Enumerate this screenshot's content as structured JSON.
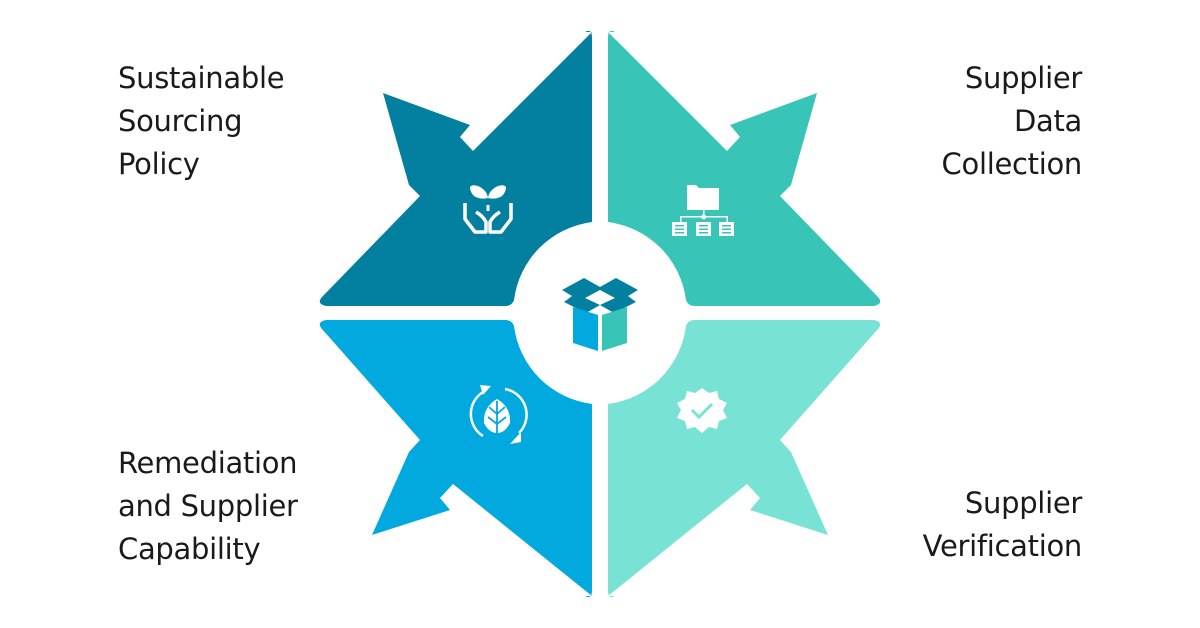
{
  "diagram": {
    "type": "four-quadrant-arrow-diagram",
    "center": {
      "icon": "open-box-icon"
    },
    "quadrants": [
      {
        "id": "tl",
        "lines": [
          "Sustainable",
          "Sourcing",
          "Policy"
        ],
        "icon": "hands-plant-icon",
        "color": "#037F9F"
      },
      {
        "id": "tr",
        "lines": [
          "Supplier",
          "Data",
          "Collection"
        ],
        "icon": "folder-hierarchy-icon",
        "color": "#38C5B7"
      },
      {
        "id": "bl",
        "lines": [
          "Remediation",
          "and Supplier",
          "Capability"
        ],
        "icon": "recycle-leaf-icon",
        "color": "#01A9DF"
      },
      {
        "id": "br",
        "lines": [
          "Supplier",
          "Verification"
        ],
        "icon": "verified-badge-icon",
        "color": "#78E3D4"
      }
    ],
    "colors": {
      "text": "#1a1a1a",
      "background": "#ffffff",
      "icon": "#ffffff"
    }
  }
}
